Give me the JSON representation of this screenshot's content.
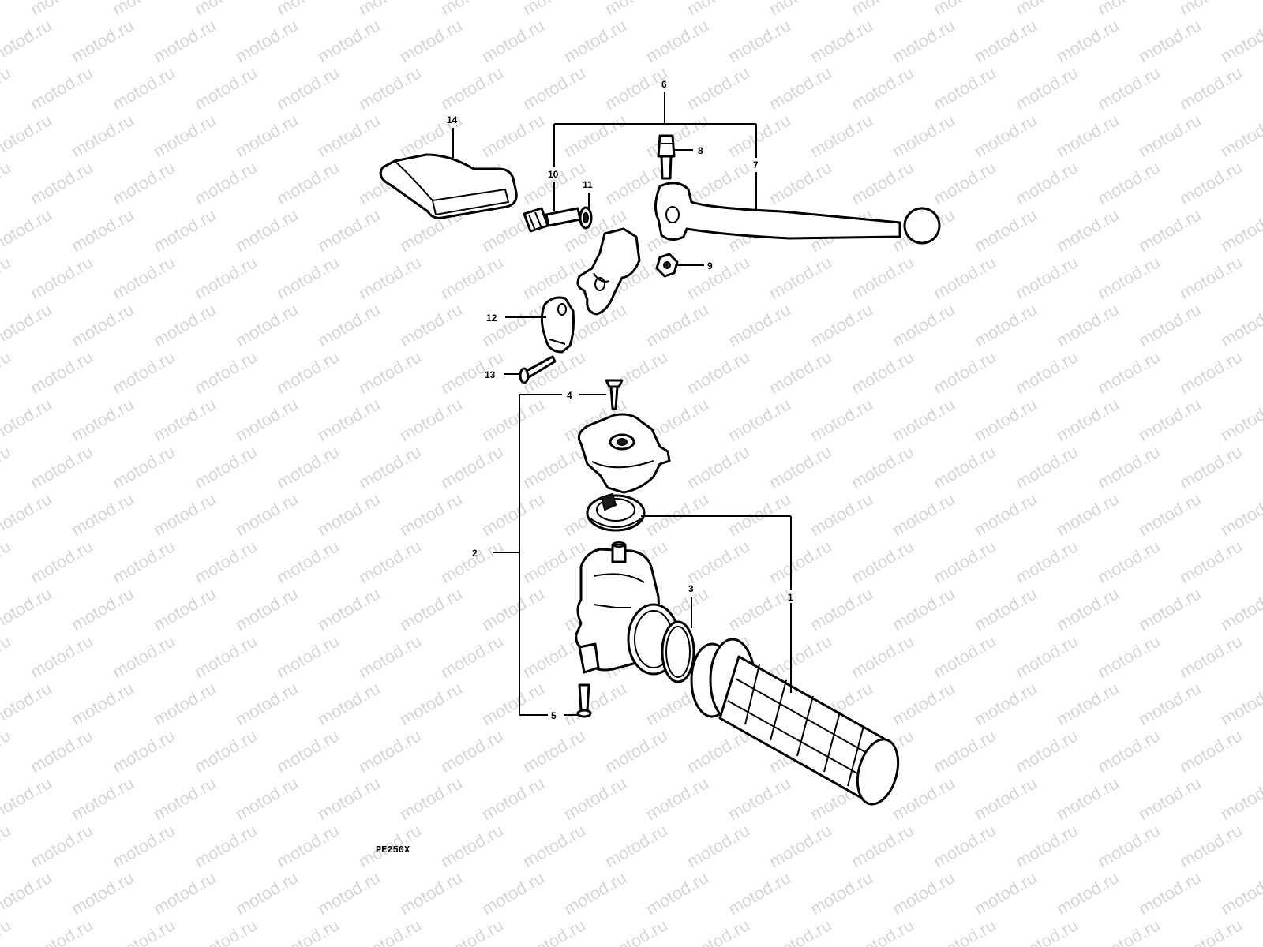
{
  "watermark": {
    "text": "motod.ru",
    "color": "#d6d6d6"
  },
  "diagram": {
    "code": "PE250X",
    "callouts": [
      {
        "id": "1",
        "label": "1"
      },
      {
        "id": "2",
        "label": "2"
      },
      {
        "id": "3",
        "label": "3"
      },
      {
        "id": "4",
        "label": "4"
      },
      {
        "id": "5",
        "label": "5"
      },
      {
        "id": "6",
        "label": "6"
      },
      {
        "id": "7",
        "label": "7"
      },
      {
        "id": "8",
        "label": "8"
      },
      {
        "id": "9",
        "label": "9"
      },
      {
        "id": "10",
        "label": "10"
      },
      {
        "id": "11",
        "label": "11"
      },
      {
        "id": "12",
        "label": "12"
      },
      {
        "id": "13",
        "label": "13"
      },
      {
        "id": "14",
        "label": "14"
      }
    ]
  }
}
